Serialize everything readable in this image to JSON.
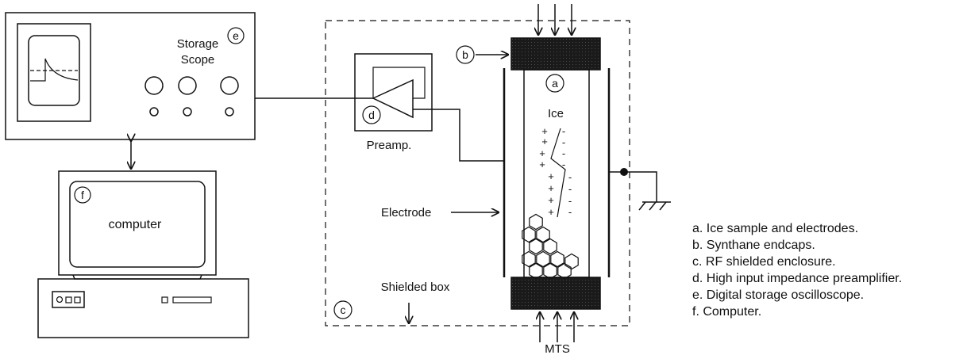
{
  "labels": {
    "storage_scope_line1": "Storage",
    "storage_scope_line2": "Scope",
    "computer": "computer",
    "preamp": "Preamp.",
    "ice": "Ice",
    "electrode": "Electrode",
    "shielded_box": "Shielded box",
    "mts": "MTS"
  },
  "markers": {
    "a": "a",
    "b": "b",
    "c": "c",
    "d": "d",
    "e": "e",
    "f": "f"
  },
  "charges": {
    "plus": "+",
    "minus": "-"
  },
  "legend": [
    "a. Ice sample and electrodes.",
    "b. Synthane endcaps.",
    "c. RF shielded enclosure.",
    "d. High input impedance preamplifier.",
    "e. Digital storage oscilloscope.",
    "f. Computer."
  ]
}
